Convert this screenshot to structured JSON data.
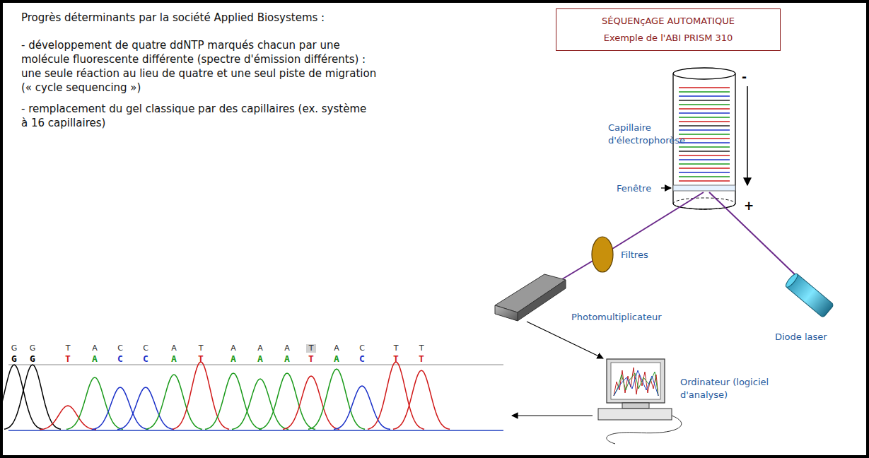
{
  "diagram": {
    "title": "Progrès déterminants par la société Applied Biosystems :",
    "nodes": [
      {
        "text": [
          "SÉQUENçAGE AUTOMATIQUE",
          "Exemple de l'ABI PRISM 310"
        ]
      }
    ],
    "labels": [
      "- développement de quatre ddNTP marqués chacun par une molécule fluorescente différente (spectre d'émission différents) : une seule réaction au lieu de quatre et une seul piste de migration (« cycle sequencing »)",
      "- remplacement du gel classique par des capillaires (ex. système à 16 capillaires)",
      "Capillaire d'électrophorèse",
      "Fenêtre",
      "-",
      "+",
      "Filtres",
      "Diode laser",
      "Photomultiplicateur",
      "Ordinateur (logiciel d'analyse)",
      "G",
      "G",
      "T",
      "A",
      "C",
      "C",
      "A",
      "T",
      "A",
      "A",
      "A",
      "T",
      "A",
      "C",
      "T",
      "T",
      "G",
      "G",
      "T",
      "A",
      "C",
      "C",
      "A",
      "T",
      "A",
      "A",
      "A",
      "T",
      "A",
      "C",
      "T",
      "T"
    ]
  }
}
